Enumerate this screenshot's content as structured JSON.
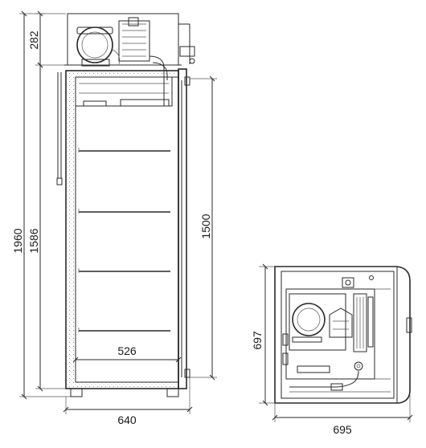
{
  "dimensions": {
    "total_height": "1960",
    "body_height": "1586",
    "top_unit_height": "282",
    "door_glass_height": "1500",
    "inner_width": "526",
    "front_width": "640",
    "side_depth": "697",
    "total_depth": "695"
  }
}
